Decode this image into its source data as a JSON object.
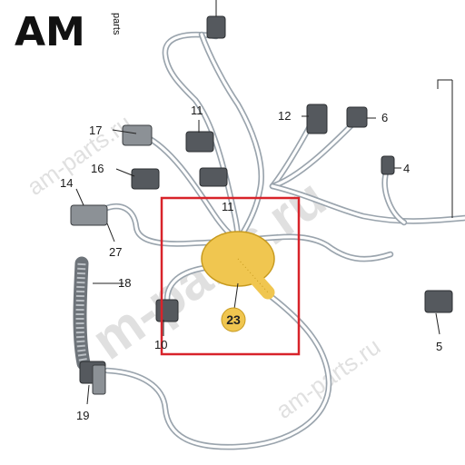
{
  "brand": {
    "logo_text": "AM",
    "logo_sub": "parts"
  },
  "watermark": {
    "text": "am-parts.ru",
    "text_big": "m-parts.ru"
  },
  "colors": {
    "highlight_box": "#d8232a",
    "part_fill": "#f0c650",
    "part_stroke": "#c79a1e",
    "wire": "#9aa4ad"
  },
  "callouts": [
    "4",
    "5",
    "6",
    "10",
    "11",
    "11",
    "12",
    "14",
    "16",
    "17",
    "18",
    "19",
    "23",
    "27"
  ],
  "highlight": {
    "label": "23"
  }
}
